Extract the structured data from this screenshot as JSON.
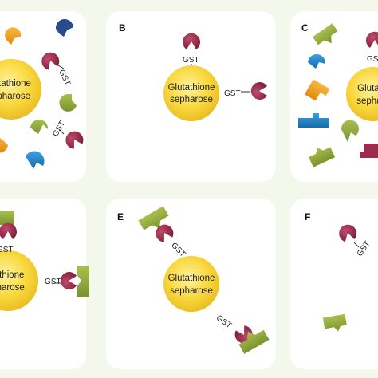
{
  "panels": [
    {
      "id": "A",
      "label": ""
    },
    {
      "id": "B",
      "label": "B"
    },
    {
      "id": "C",
      "label": "C"
    },
    {
      "id": "D",
      "label": ""
    },
    {
      "id": "E",
      "label": "E"
    },
    {
      "id": "F",
      "label": "F"
    }
  ],
  "bead": {
    "line1": "Glutathione",
    "line2": "sepharose"
  },
  "bead_partial": {
    "line1": "lutathione",
    "line2": "epharose"
  },
  "bead_partial_c": {
    "line1": "Glutathi",
    "line2": "sepharo"
  },
  "bead_partial_d": {
    "line1": "tathione",
    "line2": "pharose"
  },
  "gst_label": "GST",
  "colors": {
    "background": "#f3f7ec",
    "panel": "#ffffff",
    "bead": "#f7d33a",
    "gst": "#9c2c4c",
    "green_protein": "#8fa83c",
    "orange_protein": "#f0a020",
    "blue_protein": "#2a86c8",
    "navy_protein": "#2a4a8e"
  }
}
